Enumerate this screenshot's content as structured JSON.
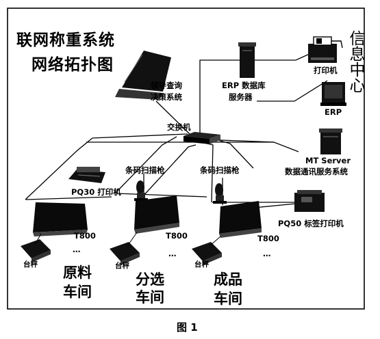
{
  "title": {
    "line1": "联网称重系统",
    "line2": "网络拓扑图"
  },
  "info_center": "信息中心",
  "nodes": {
    "leader": {
      "line1": "领导查询",
      "line2": "决策系统"
    },
    "erp_db": {
      "line1": "ERP 数据库",
      "line2": "服务器"
    },
    "printer": "打印机",
    "erp": "ERP",
    "switch": "交换机",
    "mt_server": {
      "line1": "MT Server",
      "line2": "数据通讯服务系统"
    },
    "scanner_1": "条码扫描枪",
    "scanner_2": "条码扫描枪",
    "pq30": "PQ30 打印机",
    "pq50": "PQ50 标签打印机"
  },
  "t800": [
    "T800",
    "T800",
    "T800"
  ],
  "scale": [
    "台秤",
    "台秤",
    "台秤"
  ],
  "ellipsis": [
    "…",
    "…",
    "…"
  ],
  "workshops": [
    {
      "line1": "原料",
      "line2": "车间"
    },
    {
      "line1": "分选",
      "line2": "车间"
    },
    {
      "line1": "成品",
      "line2": "车间"
    }
  ],
  "caption": "图 1"
}
